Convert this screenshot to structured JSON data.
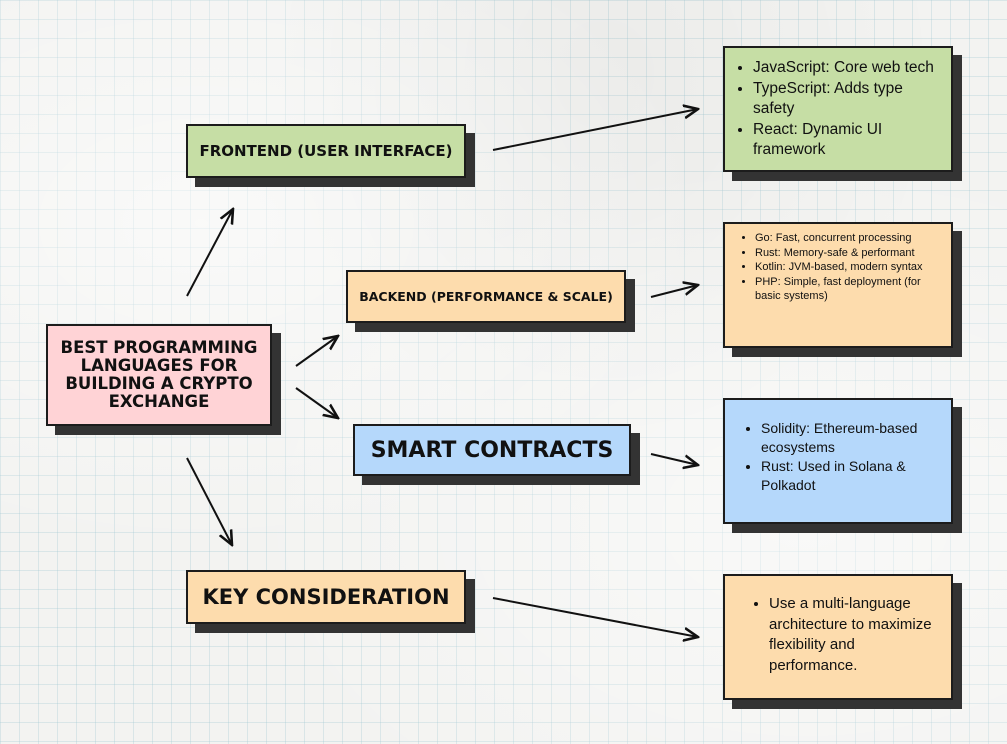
{
  "root": {
    "title": "BEST PROGRAMMING LANGUAGES FOR BUILDING A CRYPTO EXCHANGE",
    "color": "#ffd3d6"
  },
  "branches": {
    "frontend": {
      "title": "FRONTEND (USER INTERFACE)",
      "color": "#c6dea5",
      "items": [
        "JavaScript: Core web tech",
        "TypeScript: Adds type safety",
        "React: Dynamic UI framework"
      ]
    },
    "backend": {
      "title": "BACKEND (PERFORMANCE & SCALE)",
      "color": "#fddcad",
      "items": [
        "Go: Fast, concurrent processing",
        "Rust: Memory-safe & performant",
        "Kotlin: JVM-based, modern syntax",
        "PHP: Simple, fast deployment (for basic systems)"
      ]
    },
    "smart_contracts": {
      "title": "SMART CONTRACTS",
      "color": "#b5d8fb",
      "items": [
        "Solidity: Ethereum-based ecosystems",
        "Rust: Used in Solana & Polkadot"
      ]
    },
    "key_consideration": {
      "title": "KEY CONSIDERATION",
      "color": "#fddcad",
      "items": [
        "Use a multi-language architecture to maximize flexibility and performance."
      ]
    }
  }
}
